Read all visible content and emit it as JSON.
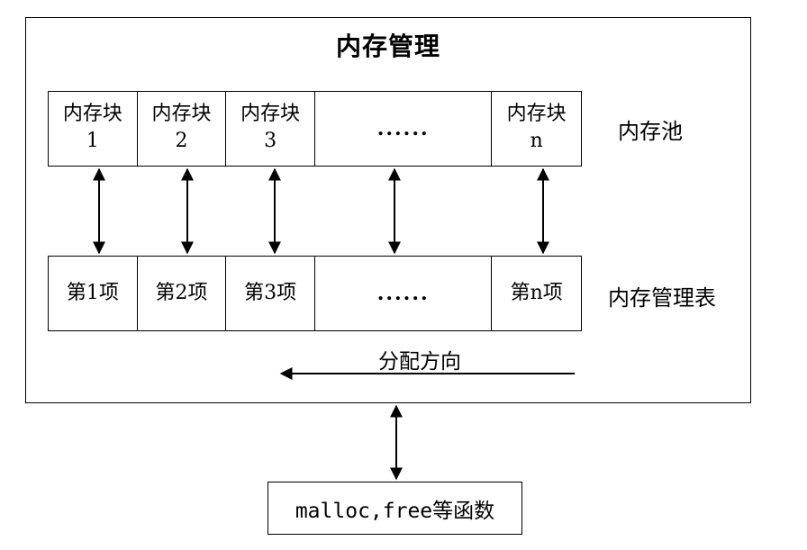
{
  "diagram": {
    "title": "内存管理",
    "pool": {
      "label": "内存池",
      "blocks": [
        {
          "line1": "内存块",
          "line2": "1"
        },
        {
          "line1": "内存块",
          "line2": "2"
        },
        {
          "line1": "内存块",
          "line2": "3"
        },
        {
          "line1": "......",
          "line2": ""
        },
        {
          "line1": "内存块",
          "line2": "n"
        }
      ]
    },
    "table": {
      "label": "内存管理表",
      "items": [
        "第1项",
        "第2项",
        "第3项",
        "......",
        "第n项"
      ]
    },
    "direction_label": "分配方向",
    "functions_label": "malloc,free等函数"
  }
}
